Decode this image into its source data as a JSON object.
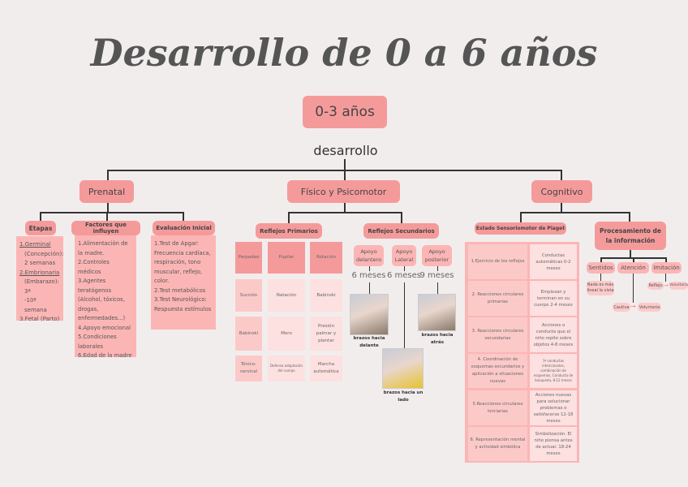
{
  "title": "Desarrollo de 0 a 6 años",
  "age_box": "0-3 años",
  "subtitle": "desarrollo",
  "prenatal": {
    "label": "Prenatal",
    "etapas": {
      "label": "Etapas",
      "items": [
        "1.Germinal",
        "(Concepción):",
        "2 semanas",
        "2.Embrionaria",
        "(Embarazo): 3ª",
        "-10ª semana",
        "3.Fetal (Parto)"
      ]
    },
    "factores": {
      "label": "Factores que influyen",
      "items": [
        "1.Alimentación de la madre.",
        "2.Controles médicos",
        "3.Agentes teratógenos (Alcohol, tóxicos, drogas, enfermedades...)",
        "4.Apoyo emocional",
        "5.Condiciones laborales",
        "6.Edad de la madre"
      ]
    },
    "evaluacion": {
      "label": "Evaluación Inicial",
      "items": [
        "1.Test de Apgar: Frecuencia cardíaca, respiración, tono muscular, reflejo, color.",
        "2.Test metabólicos",
        "3.Test Neurológico: Respuesta estímulos"
      ]
    }
  },
  "fisico": {
    "label": "Físico y Psicomotor",
    "primarios": {
      "label": "Reflejos Primarios",
      "cells": [
        [
          "Parpadeo",
          "Pupilar",
          "Rotación"
        ],
        [
          "Succión",
          "Natación",
          "Babinski"
        ],
        [
          "Babinski",
          "Moro",
          "Presión palmar y plantar"
        ],
        [
          "Tónico-cervical",
          "Defensa adaptación del cuerpo",
          "Marcha automática"
        ]
      ]
    },
    "secundarios": {
      "label": "Reflejos Secundarios",
      "items": [
        {
          "label": "Apoyo delantero",
          "age": "6 meses",
          "caption": "brazos hacia delante"
        },
        {
          "label": "Apoyo Lateral",
          "age": "6 meses",
          "caption": "brazos hacia un lado"
        },
        {
          "label": "Apoyo posterior",
          "age": "9 meses",
          "caption": "brazos hacia atrás"
        }
      ]
    }
  },
  "cognitivo": {
    "label": "Cognitivo",
    "piaget": {
      "label": "Estado Sensoriomotor de Piaget",
      "rows": [
        [
          "1.Ejercicio de los reflejos",
          "Conductas automáticas 0-2 meses"
        ],
        [
          "2. Reacciones circulares primarias",
          "Empiezan y terminan en su cuerpo 2-4 meses"
        ],
        [
          "3. Reacciones circulares secundarias",
          "Acciones o conducta que el niño repite sobre objetos 4-8 meses"
        ],
        [
          "4. Coordinación de esquemas secundarios y aplicación a situaciones nuevas",
          "1ª conductas intencionales, combinación de esquemas, Conducta de búsqueda, 8-12 meses"
        ],
        [
          "5.Reacciones circulares terciarias",
          "Acciones nuevas para solucionar problemas o satisfacerse 12-18 meses"
        ],
        [
          "6. Representación mental y actividad simbólica",
          "Simbolización. El niño piensa antes de actuar. 18-24 meses"
        ]
      ]
    },
    "procesamiento": {
      "label": "Procesamiento de la información",
      "sentidos": {
        "label": "Sentidos",
        "note": "Nada es más lineal la vista"
      },
      "atencion": {
        "label": "Atención",
        "from": "Cautiva",
        "to": "Voluntaria"
      },
      "imitacion": {
        "label": "Imitación",
        "from": "Reflejo",
        "to": "Voluntaria"
      }
    }
  },
  "colors": {
    "background": "#f2eded",
    "box": "#f59a9a",
    "panel": "#fcb5b5",
    "light": "#fde0e0"
  }
}
